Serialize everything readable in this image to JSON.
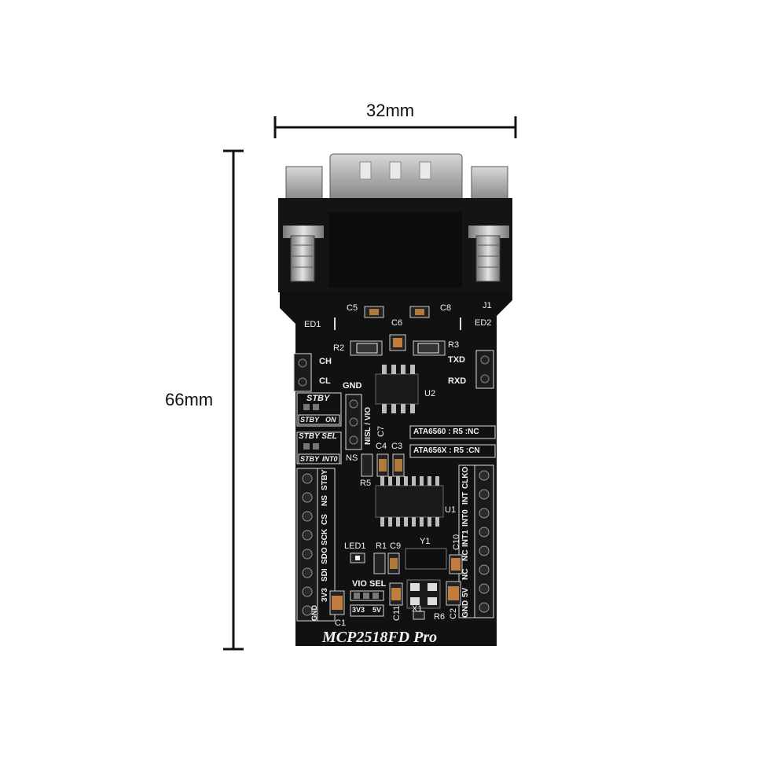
{
  "dimensions": {
    "width_label": "32mm",
    "height_label": "66mm"
  },
  "board": {
    "title": "MCP2518FD Pro",
    "labels": {
      "j1": "J1",
      "ed1": "ED1",
      "ed2": "ED2",
      "c5": "C5",
      "c8": "C8",
      "c6": "C6",
      "r2": "R2",
      "r3": "R3",
      "ch": "CH",
      "cl": "CL",
      "txd": "TXD",
      "rxd": "RXD",
      "gnd": "GND",
      "u2": "U2",
      "nisl_vio": "NISL / VIO",
      "c7": "C7",
      "stby": "STBY",
      "stby2": "STBY",
      "on": "ON",
      "stby_sel": "STBY SEL",
      "stby3": "STBY",
      "int0": "INT0",
      "ns": "NS",
      "c4": "C4",
      "c3": "C3",
      "r5": "R5",
      "ata6560": "ATA6560 : R5 :NC",
      "ata656x": "ATA656X : R5 :CN",
      "u1": "U1",
      "y1": "Y1",
      "led1": "LED1",
      "r1": "R1",
      "c9": "C9",
      "c10": "C10",
      "vio_sel": "VIO SEL",
      "v3v3": "3V3",
      "v5v": "5V",
      "c1": "C1",
      "c11": "C11",
      "x1": "X1",
      "r6": "R6",
      "c2": "C2"
    },
    "left_header_pins": [
      "STBY",
      "NS",
      "CS",
      "SCK",
      "SDO",
      "SDI",
      "3V3",
      "GND"
    ],
    "right_header_pins": [
      "CLKO",
      "INT",
      "INT0",
      "INT1",
      "NC",
      "NC",
      "5V",
      "GND"
    ]
  }
}
